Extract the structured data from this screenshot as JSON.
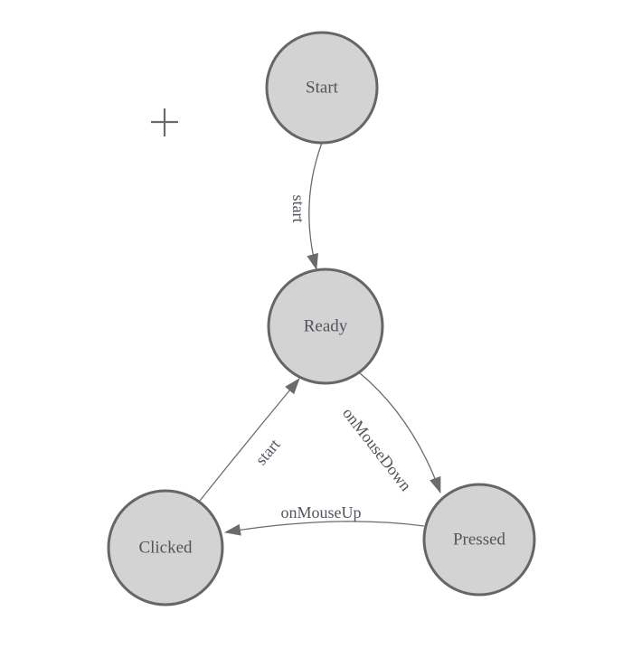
{
  "diagram": {
    "type": "state-machine",
    "background": "#ffffff",
    "nodes": [
      {
        "id": "start",
        "label": "Start"
      },
      {
        "id": "ready",
        "label": "Ready"
      },
      {
        "id": "clicked",
        "label": "Clicked"
      },
      {
        "id": "pressed",
        "label": "Pressed"
      }
    ],
    "edges": [
      {
        "from": "start",
        "to": "ready",
        "label": "start"
      },
      {
        "from": "clicked",
        "to": "ready",
        "label": "start"
      },
      {
        "from": "ready",
        "to": "pressed",
        "label": "onMouseDown"
      },
      {
        "from": "pressed",
        "to": "clicked",
        "label": "onMouseUp"
      }
    ],
    "icons": {
      "add": "plus-icon"
    },
    "colors": {
      "node_fill": "#d3d3d3",
      "node_stroke": "#666666",
      "edge_stroke": "#6b6b6b",
      "arrow_fill": "#6b6b6b",
      "label_text": "#54545c",
      "plus_icon": "#6b6b6b"
    }
  }
}
